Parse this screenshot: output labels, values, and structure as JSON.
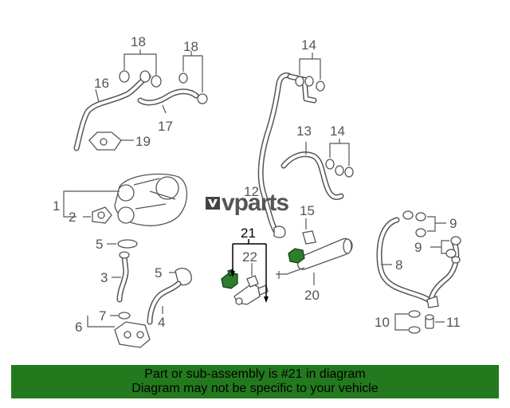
{
  "logo": {
    "text": "vparts"
  },
  "callouts": {
    "c1": "1",
    "c2": "2",
    "c3": "3",
    "c4": "4",
    "c5a": "5",
    "c5b": "5",
    "c6": "6",
    "c7": "7",
    "c8": "8",
    "c9a": "9",
    "c9b": "9",
    "c10": "10",
    "c11": "11",
    "c12": "12",
    "c13": "13",
    "c14a": "14",
    "c14b": "14",
    "c15": "15",
    "c16": "16",
    "c17": "17",
    "c18a": "18",
    "c18b": "18",
    "c19": "19",
    "c20": "20",
    "c21": "21",
    "c22": "22"
  },
  "highlight": {
    "part_number": "21",
    "color": "#237a1e"
  },
  "banner": {
    "line1": "Part or sub-assembly is #21 in diagram",
    "line2": "Diagram may not be specific to your vehicle"
  }
}
